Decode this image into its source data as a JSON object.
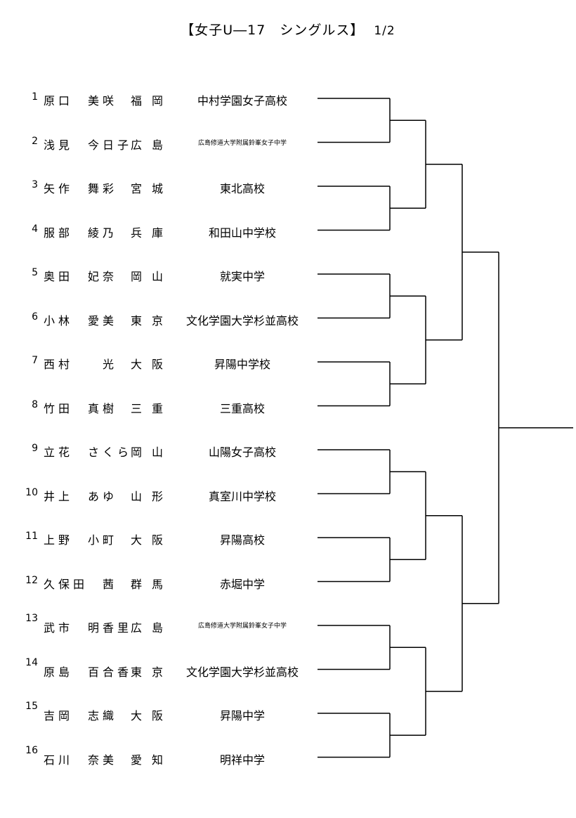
{
  "title": "【女子U―17　シングルス】",
  "page": "1/2",
  "players": [
    {
      "num": "1",
      "name": "原口　美咲",
      "pref": "福岡",
      "school": "中村学園女子高校",
      "small": false
    },
    {
      "num": "2",
      "name": "浅見　今日子",
      "pref": "広島",
      "school": "広島修道大学附属鈴峯女子中学",
      "small": true
    },
    {
      "num": "3",
      "name": "矢作　舞彩",
      "pref": "宮城",
      "school": "東北高校",
      "small": false
    },
    {
      "num": "4",
      "name": "服部　綾乃",
      "pref": "兵庫",
      "school": "和田山中学校",
      "small": false
    },
    {
      "num": "5",
      "name": "奥田　妃奈",
      "pref": "岡山",
      "school": "就実中学",
      "small": false
    },
    {
      "num": "6",
      "name": "小林　愛美",
      "pref": "東京",
      "school": "文化学園大学杉並高校",
      "small": false
    },
    {
      "num": "7",
      "name": "西村　　光",
      "pref": "大阪",
      "school": "昇陽中学校",
      "small": false
    },
    {
      "num": "8",
      "name": "竹田　真樹",
      "pref": "三重",
      "school": "三重高校",
      "small": false
    },
    {
      "num": "9",
      "name": "立花　さくら",
      "pref": "岡山",
      "school": "山陽女子高校",
      "small": false
    },
    {
      "num": "10",
      "name": "井上　あゆ",
      "pref": "山形",
      "school": "真室川中学校",
      "small": false
    },
    {
      "num": "11",
      "name": "上野　小町",
      "pref": "大阪",
      "school": "昇陽高校",
      "small": false
    },
    {
      "num": "12",
      "name": "久保田　茜",
      "pref": "群馬",
      "school": "赤堀中学",
      "small": false
    },
    {
      "num": "13",
      "name": "武市　明香里",
      "pref": "広島",
      "school": "広島修道大学附属鈴峯女子中学",
      "small": true
    },
    {
      "num": "14",
      "name": "原島　百合香",
      "pref": "東京",
      "school": "文化学園大学杉並高校",
      "small": false
    },
    {
      "num": "15",
      "name": "吉岡　志織",
      "pref": "大阪",
      "school": "昇陽中学",
      "small": false
    },
    {
      "num": "16",
      "name": "石川　奈美",
      "pref": "愛知",
      "school": "明祥中学",
      "small": false
    }
  ]
}
